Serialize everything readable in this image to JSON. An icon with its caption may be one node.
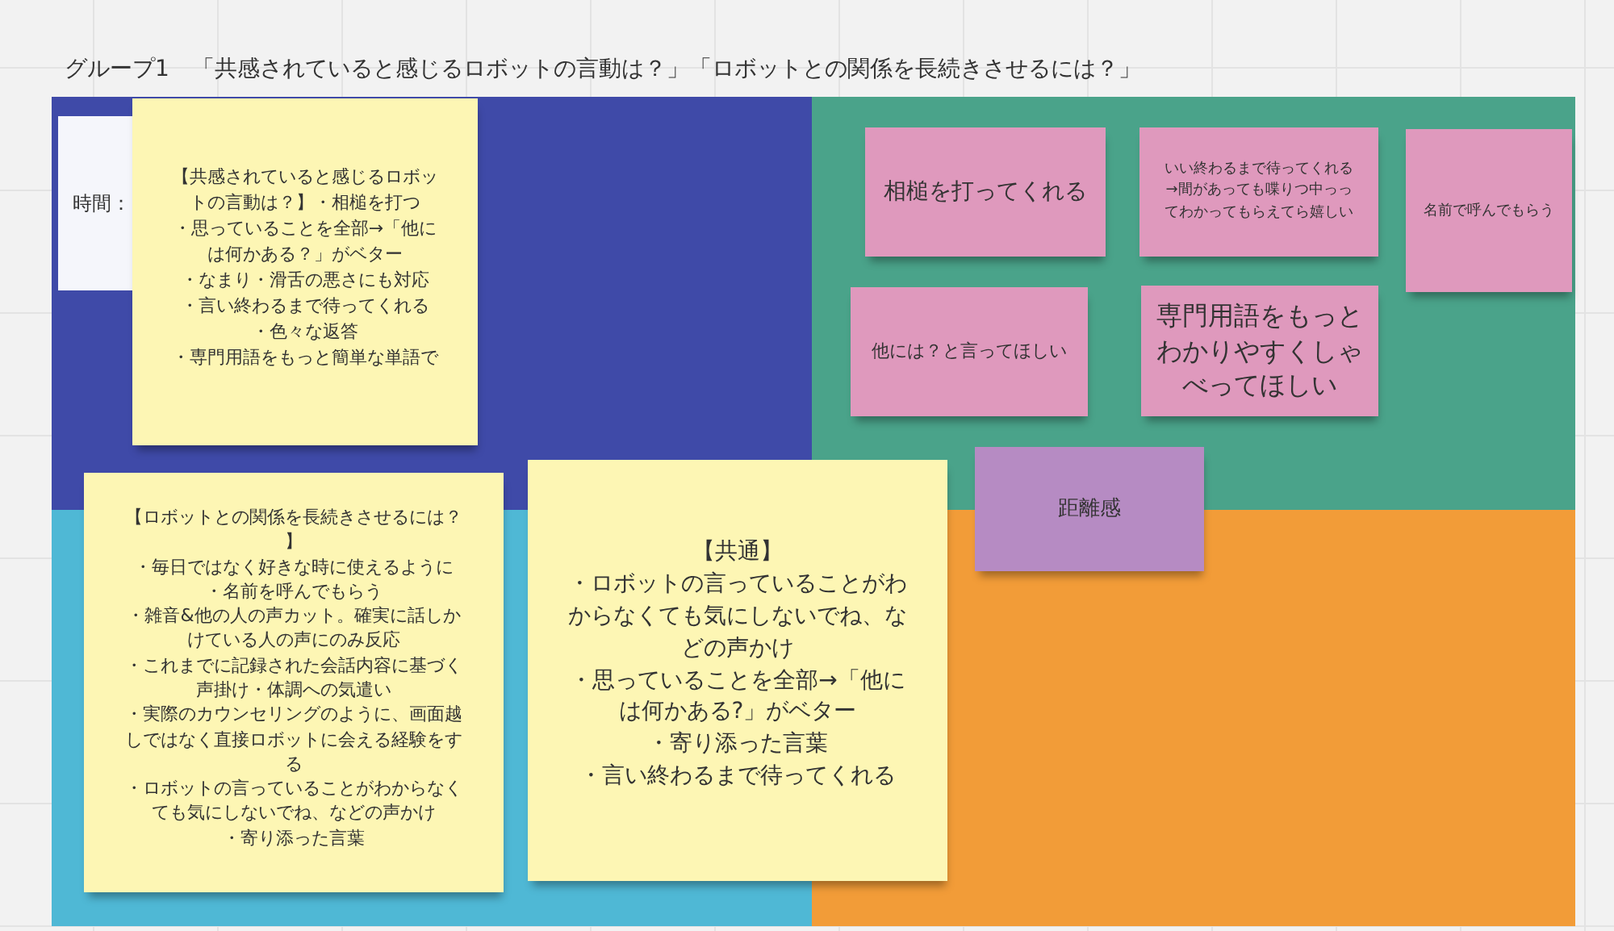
{
  "diagram": {
    "title": "グループ1　「共感されていると感じるロボットの言動は？」「ロボットとの関係を長続きさせるには？」",
    "nodes": [
      {
        "text": [],
        "shape": "box"
      },
      {
        "text": [
          "時間："
        ],
        "in": 0
      },
      {
        "text": [
          "【共感されていると感じるロボットの言動は？】・相槌を打つ",
          "・思っていることを全部→「他には何かある？」がベター",
          "・なまり・滑舌の悪さにも対応",
          "・言い終わるまで待ってくれる",
          "・色々な返答",
          "・専門用語をもっと簡単な単語で"
        ],
        "in": 0
      },
      {
        "text": [
          "相槌を打ってくれる"
        ],
        "in": 0
      },
      {
        "text": [
          "いい終わるまで待ってくれる→間があっても喋りつ中っってわかってもらえてら嬉しい"
        ],
        "in": 0
      },
      {
        "text": [
          "名前で呼んでもらう"
        ],
        "in": 0
      },
      {
        "text": [
          "他には？と言ってほしい"
        ],
        "in": 0
      },
      {
        "text": [
          "専門用語をもっとわかりやすくしゃべってほしい"
        ],
        "in": 0
      },
      {
        "text": [
          "【ロボットとの関係を長続きさせるには？】",
          "・毎日ではなく好きな時に使えるように",
          "・名前を呼んでもらう",
          "・雑音&他の人の声カット。確実に話しかけている人の声にのみ反応",
          "・これまでに記録された会話内容に基づく声掛け・体調への気遣い",
          "・実際のカウンセリングのように、画面越しではなく直接ロボットに会える経験をする",
          "・ロボットの言っていることがわからなくても気にしないでね、などの声かけ",
          "・寄り添った言葉"
        ],
        "in": 0
      },
      {
        "text": [
          "【共通】",
          "・ロボットの言っていることがわからなくても気にしないでね、などの声かけ",
          "・思っていることを全部→「他には何かある?」がベター",
          "・寄り添った言葉",
          "・言い終わるまで待ってくれる"
        ],
        "in": 0
      },
      {
        "text": [
          "距離感"
        ],
        "in": 0
      }
    ]
  }
}
